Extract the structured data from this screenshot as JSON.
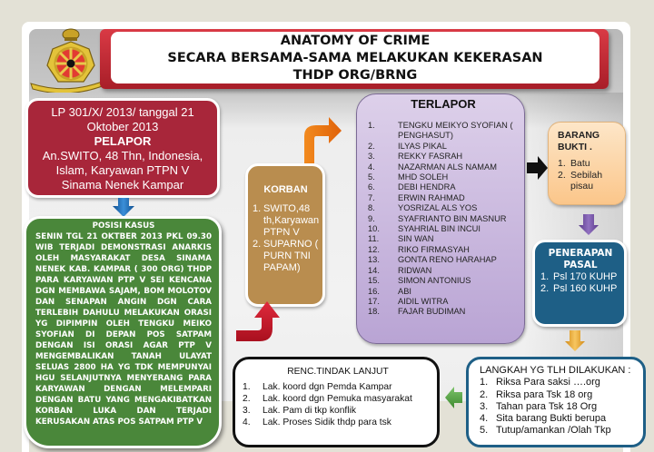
{
  "title": {
    "line1": "ANATOMY OF CRIME",
    "line2": "SECARA BERSAMA-SAMA MELAKUKAN KEKERASAN",
    "line3": "THDP ORG/BRNG"
  },
  "logo": {
    "icon": "police-emblem-icon"
  },
  "pelapor": {
    "line1": "LP 301/X/ 2013/ tanggal 21",
    "line2": "Oktober 2013",
    "heading": "PELAPOR",
    "line3": "An.SWITO, 48 Thn, Indonesia,",
    "line4": "Islam, Karyawan PTPN V",
    "line5": "Sinama Nenek Kampar"
  },
  "posisi_kasus": {
    "heading": "POSISI KASUS",
    "body": "SENIN TGL 21 OKTBER 2013 PKL 09.30 WIB TERJADI DEMONSTRASI ANARKIS OLEH MASYARAKAT DESA SINAMA NENEK KAB. KAMPAR ( 300 ORG) THDP PARA KARYAWAN PTP V SEI KENCANA DGN MEMBAWA SAJAM, BOM MOLOTOV DAN SENAPAN ANGIN DGN CARA TERLEBIH DAHULU MELAKUKAN ORASI YG DIPIMPIN OLEH TENGKU MEIKO SYOFIAN DI DEPAN POS SATPAM DENGAN ISI ORASI AGAR PTP V MENGEMBALIKAN TANAH ULAYAT SELUAS 2800 HA YG TDK MEMPUNYAI HGU SELANJUTNYA MENYERANG PARA KARYAWAN DENGAN MELEMPARI DENGAN BATU YANG MENGAKIBATKAN KORBAN LUKA DAN TERJADI KERUSAKAN ATAS POS SATPAM PTP V"
  },
  "korban": {
    "heading": "KORBAN",
    "items": [
      {
        "num": "1.",
        "text": "SWITO,48 th,Karyawan PTPN V"
      },
      {
        "num": "2.",
        "text": "SUPARNO ( PURN TNI PAPAM)"
      }
    ]
  },
  "terlapor": {
    "heading": "TERLAPOR",
    "items": [
      {
        "num": "1.",
        "text": "TENGKU MEIKYO SYOFIAN ( PENGHASUT)"
      },
      {
        "num": "2.",
        "text": "ILYAS PIKAL"
      },
      {
        "num": "3.",
        "text": "REKKY FASRAH"
      },
      {
        "num": "4.",
        "text": "NAZARMAN ALS NAMAM"
      },
      {
        "num": "5.",
        "text": "MHD SOLEH"
      },
      {
        "num": "6.",
        "text": "DEBI HENDRA"
      },
      {
        "num": "7.",
        "text": "ERWIN RAHMAD"
      },
      {
        "num": "8.",
        "text": "YOSRIZAL ALS YOS"
      },
      {
        "num": "9.",
        "text": "SYAFRIANTO BIN MASNUR"
      },
      {
        "num": "10.",
        "text": "SYAHRIAL BIN INCUI"
      },
      {
        "num": "11.",
        "text": "SIN WAN"
      },
      {
        "num": "12.",
        "text": "RIKO FIRMASYAH"
      },
      {
        "num": "13.",
        "text": "GONTA RENO HARAHAP"
      },
      {
        "num": "14.",
        "text": "RIDWAN"
      },
      {
        "num": "15.",
        "text": "SIMON ANTONIUS"
      },
      {
        "num": "16.",
        "text": "ABI"
      },
      {
        "num": "17.",
        "text": "AIDIL WITRA"
      },
      {
        "num": "18.",
        "text": "FAJAR BUDIMAN"
      }
    ]
  },
  "barang_bukti": {
    "heading": "BARANG BUKTI .",
    "items": [
      {
        "num": "1.",
        "text": "Batu"
      },
      {
        "num": "2.",
        "text": "Sebilah pisau"
      }
    ]
  },
  "penerapan_pasal": {
    "heading": "PENERAPAN PASAL",
    "items": [
      {
        "num": "1.",
        "text": "Psl 170 KUHP"
      },
      {
        "num": "2.",
        "text": "Psl 160 KUHP"
      }
    ]
  },
  "langkah": {
    "heading": "LANGKAH YG TLH DILAKUKAN :",
    "items": [
      {
        "num": "1.",
        "text": "Riksa Para saksi ….org"
      },
      {
        "num": "2.",
        "text": "Riksa para Tsk 18 org"
      },
      {
        "num": "3.",
        "text": "Tahan para Tsk 18 Org"
      },
      {
        "num": "4.",
        "text": "Sita barang Bukti berupa"
      },
      {
        "num": "5.",
        "text": "Tutup/amankan /Olah Tkp"
      }
    ]
  },
  "renc_tindak_lanjut": {
    "heading": "RENC.TINDAK LANJUT",
    "items": [
      {
        "num": "1.",
        "text": "Lak. koord dgn Pemda Kampar"
      },
      {
        "num": "2.",
        "text": "Lak. koord dgn Pemuka masyarakat"
      },
      {
        "num": "3.",
        "text": "Lak. Pam di tkp konflik"
      },
      {
        "num": "4.",
        "text": "Lak. Proses Sidik thdp para tsk"
      }
    ]
  },
  "arrows": {
    "pelapor_to_posisi": {
      "icon": "arrow-down-icon",
      "color": "#1f6fb5"
    },
    "korban_to_terlapor": {
      "icon": "bent-arrow-up-right-icon",
      "color": "#f07a16"
    },
    "posisi_to_korban": {
      "icon": "bent-arrow-up-icon",
      "color": "#c8182c"
    },
    "terlapor_to_bukti": {
      "icon": "arrow-right-icon",
      "color": "#111111"
    },
    "bukti_to_pasal": {
      "icon": "arrow-down-icon",
      "color": "#6f4b9e"
    },
    "pasal_to_langkah": {
      "icon": "arrow-down-icon",
      "color": "#e9a531"
    },
    "langkah_to_renc": {
      "icon": "arrow-left-icon",
      "color": "#4c9b3c"
    }
  },
  "colors": {
    "title_red": "#b8232e",
    "pelapor": "#a8263a",
    "posisi": "#4a873a",
    "korban": "#b98d4f",
    "terlapor": "#c9b8de",
    "barang_bukti": "#fcd3a2",
    "pasal": "#1e5f86"
  }
}
